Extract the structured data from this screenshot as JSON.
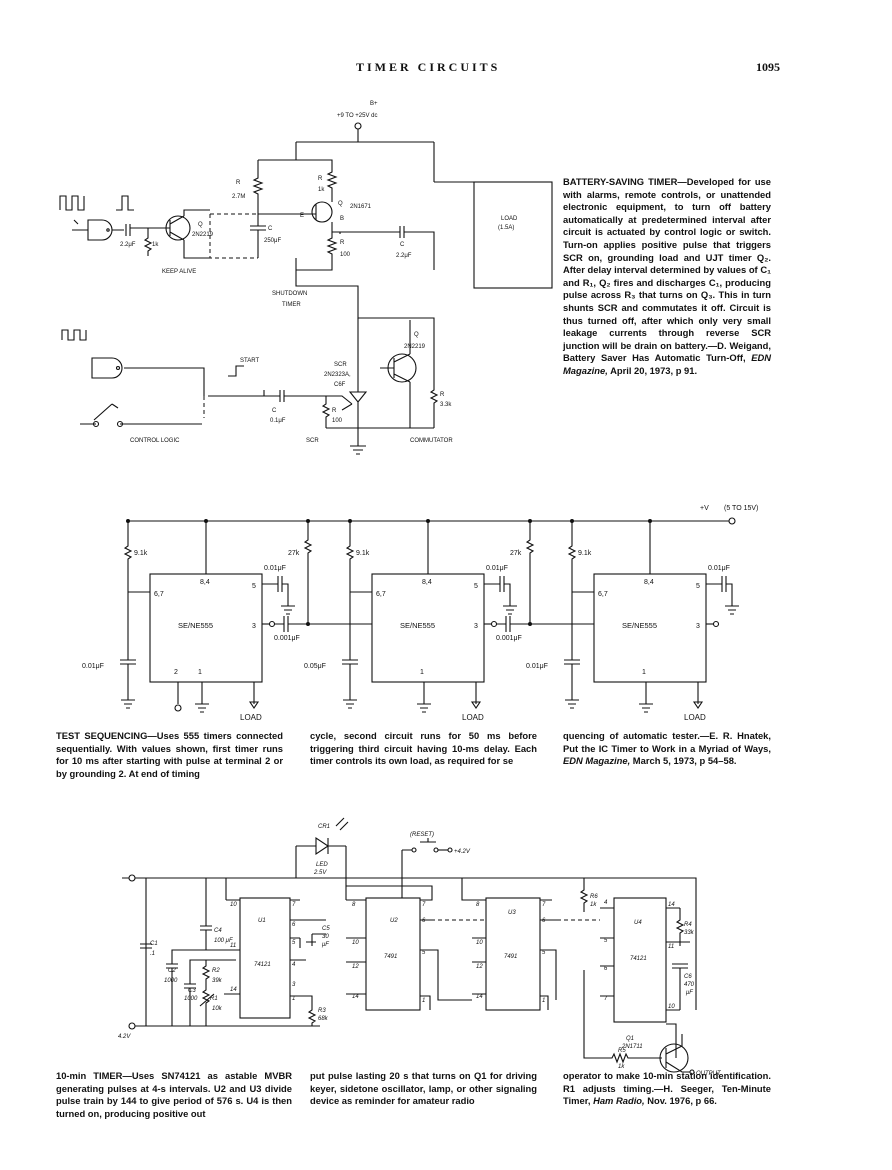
{
  "header": {
    "title": "TIMER CIRCUITS",
    "page": "1095"
  },
  "fig1": {
    "supply": "B+",
    "supply_range": "+9 TO +25V dc",
    "labels": {
      "r1": "R",
      "r1_val": "2.7M",
      "r2": "R",
      "r2_val": "1k",
      "q2": "Q",
      "q2_type": "2N1671",
      "e": "E",
      "b1": "B",
      "q1": "Q",
      "q1_type": "2N2219",
      "c1": "C",
      "c1_val": "250μF",
      "r3": "R",
      "r3_val": "100",
      "c2": "C",
      "c2_val": "2.2μF",
      "in_cap": "2.2μF",
      "in_res": "1k",
      "keep_alive": "KEEP ALIVE",
      "shutdown1": "SHUTDOWN",
      "shutdown2": "TIMER",
      "load1": "LOAD",
      "load2": "(1.5A)",
      "q3": "Q",
      "q3_type": "2N2219",
      "start": "START",
      "scr1": "SCR",
      "scr2": "2N2323A,",
      "scr3": "C6F",
      "c3": "C",
      "c3_val": "0.1μF",
      "r4": "R",
      "r4_val": "100",
      "r5": "R",
      "r5_val": "3.3k",
      "control_logic": "CONTROL LOGIC",
      "scr_bottom": "SCR",
      "commutator": "COMMUTATOR"
    },
    "caption": {
      "head": "BATTERY-SAVING TIMER",
      "body": "—Developed for use with alarms, remote controls, or unattended electronic equipment, to turn off battery automatically at predetermined interval after circuit is actuated by control logic or switch. Turn-on applies positive pulse that triggers SCR on, grounding load and UJT timer Q₂. After delay interval determined by values of C₁ and R₁, Q₂ fires and discharges C₁, producing pulse across R₃ that turns on Q₃. This in turn shunts SCR and commutates it off. Circuit is thus turned off, after which only very small leakage currents through reverse SCR junction will be drain on battery.—D. Weigand, Battery Saver Has Automatic Turn-Off, ",
      "source": "EDN Magazine,",
      "tail": " April 20, 1973, p 91."
    }
  },
  "fig2": {
    "vcc": "+V",
    "vcc_range": "(5 TO 15V)",
    "chip": "SE/NE555",
    "pins_84": "8,4",
    "pins_67": "6,7",
    "pin5": "5",
    "pin3": "3",
    "pin2": "2",
    "pin1": "1",
    "r_top": "9.1k",
    "r_mid": "27k",
    "c_pin5": "0.01μF",
    "c_couple": "0.001μF",
    "c_t1": "0.01μF",
    "c_t2": "0.05μF",
    "c_t3": "0.01μF",
    "load": "LOAD",
    "caption": {
      "head": "TEST SEQUENCING",
      "body": "—Uses 555 timers connected sequentially. With values shown, first timer runs for 10 ms after starting with pulse at terminal 2 or by grounding 2. At end of timing cycle, second circuit runs for 50 ms before triggering third circuit having 10-ms delay. Each timer controls its own load, as required for sequencing of automatic tester.—E. R. Hnatek, Put the IC Timer to Work in a Myriad of Ways, ",
      "source": "EDN Magazine,",
      "tail": " March 5, 1973, p 54–58."
    }
  },
  "fig3": {
    "cr1": "CR1",
    "led": "LED",
    "led_v": "2.5V",
    "reset": "(RESET)",
    "v42": "+4.2V",
    "v42b": "4.2V",
    "u1": "U1",
    "u1_type": "74121",
    "u2": "U2",
    "u2_type": "7491",
    "u3": "U3",
    "u3_type": "7491",
    "u4": "U4",
    "u4_type": "74121",
    "c1": "C1",
    "c1_val": ".1",
    "c2": "C2",
    "c2_val": "1000",
    "c3": "C3",
    "c3_val": "1000",
    "c4": "C4",
    "c4_val": "100 μF",
    "c5": "C5",
    "c5_val": "30",
    "c5_unit": "μF",
    "c6": "C6",
    "c6_val": "470",
    "c6_unit": "μF",
    "r1": "R1",
    "r1_val": "10k",
    "r2": "R2",
    "r2_val": "39k",
    "r3": "R3",
    "r3_val": "68k",
    "r4": "R4",
    "r4_val": "33k",
    "r5": "R5",
    "r5_val": "1k",
    "r6": "R6",
    "r6_val": "1k",
    "q1": "Q1",
    "q1_type": "2N1711",
    "output": "OUTPUT",
    "caption": {
      "head": "10-min TIMER",
      "body": "—Uses SN74121 as astable MVBR generating pulses at 4-s intervals. U2 and U3 divide pulse train by 144 to give period of 576 s. U4 is then turned on, producing positive output pulse lasting 20 s that turns on Q1 for driving keyer, sidetone oscillator, lamp, or other signaling device as reminder for amateur radio operator to make 10-min station identification. R1 adjusts timing.—H. Seeger, Ten-Minute Timer, ",
      "source": "Ham Radio,",
      "tail": " Nov. 1976, p 66."
    }
  }
}
